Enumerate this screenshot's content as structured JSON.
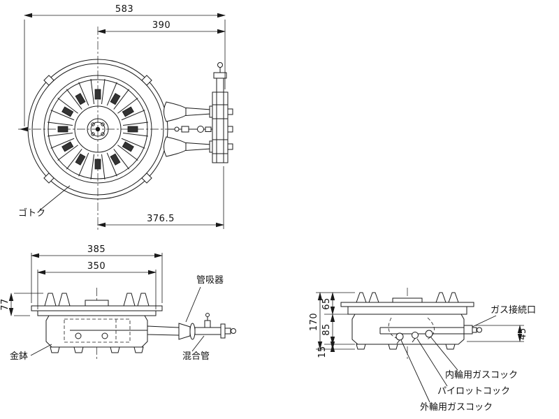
{
  "page": {
    "background": "#ffffff",
    "line_color": "#1a1a1a",
    "drawing_type": "gas burner three-view dimension drawing"
  },
  "top_view": {
    "dim_overall_width": "583",
    "dim_valve_offset": "390",
    "dim_base_width": "376.5",
    "label_trivet": "ゴトク"
  },
  "front_view": {
    "dim_outer_width": "385",
    "dim_inner_width": "350",
    "dim_top_height": "77",
    "label_air_intake": "管吸器",
    "label_metal_bowl": "金鉢",
    "label_mixing_tube": "混合管"
  },
  "side_view": {
    "dim_total_height": "170",
    "dim_upper_height": "65",
    "dim_body_height": "85",
    "dim_leg_height": "15",
    "dim_cock_height": "45",
    "label_gas_connection": "ガス接続口",
    "label_inner_gas_cock": "内輪用ガスコック",
    "label_pilot_cock": "パイロットコック",
    "label_outer_gas_cock": "外輪用ガスコック"
  }
}
